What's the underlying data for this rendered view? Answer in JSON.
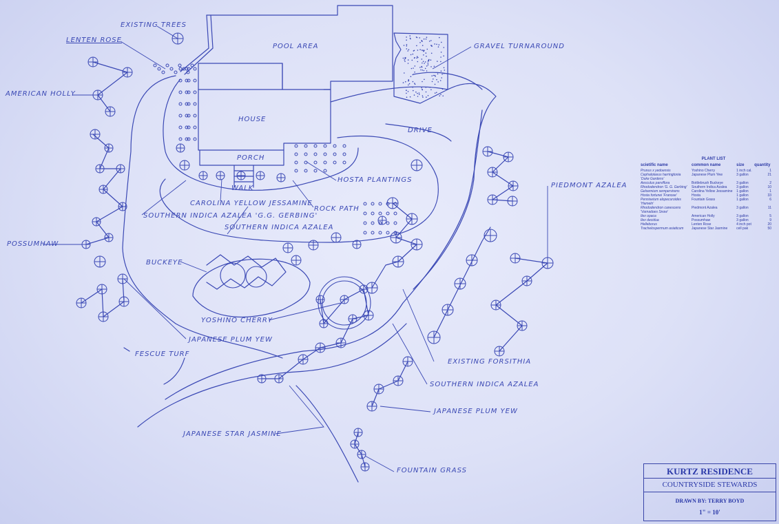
{
  "labels": {
    "existing_trees": "EXISTING TREES",
    "lenten_rose": "LENTEN ROSE",
    "american_holly": "AMERICAN HOLLY",
    "possumhaw": "POSSUMHAW",
    "pool_area": "POOL AREA",
    "gravel_turnaround": "GRAVEL TURNAROUND",
    "house": "HOUSE",
    "drive": "DRIVE",
    "porch": "PORCH",
    "walk": "WALK",
    "hosta_plantings": "HOSTA PLANTINGS",
    "carolina_yellow_jessamine": "CAROLINA YELLOW JESSAMINE",
    "rock_path": "ROCK PATH",
    "southern_indica_azalea_gerbing": "SOUTHERN INDICA AZALEA 'G.G. GERBING'",
    "southern_indica_azalea_1": "SOUTHERN INDICA AZALEA",
    "piedmont_azalea": "PIEDMONT AZALEA",
    "buckeye": "BUCKEYE",
    "yoshino_cherry": "YOSHINO CHERRY",
    "japanese_plum_yew_1": "JAPANESE PLUM YEW",
    "fescue_turf": "FESCUE TURF",
    "existing_forsithia": "EXISTING FORSITHIA",
    "southern_indica_azalea_2": "SOUTHERN INDICA AZALEA",
    "japanese_plum_yew_2": "JAPANESE PLUM YEW",
    "japanese_star_jasmine": "JAPANESE STAR JASMINE",
    "fountain_grass": "FOUNTAIN GRASS"
  },
  "plant_list": {
    "title": "PLANT LIST",
    "headers": [
      "scietific name",
      "common name",
      "size",
      "quantity"
    ],
    "rows": [
      {
        "sci": "Prunus x yedoensis",
        "common": "Yoshino Cherry",
        "size": "1 inch cal.",
        "qty": "1"
      },
      {
        "sci": "Cephalotaxus harringtonia 'Duke Gardens'",
        "common": "Japanese Plum Yew",
        "size": "3 gallon",
        "qty": "21"
      },
      {
        "sci": "Aesculus parviflora",
        "common": "Bottlebrush Buckeye",
        "size": "3 gallon",
        "qty": "2"
      },
      {
        "sci": "Rhododendron 'G. G. Gerbing'",
        "common": "Southern Indica Azalea",
        "size": "3 gallon",
        "qty": "10"
      },
      {
        "sci": "Gelsemium sempervirens",
        "common": "Carolina Yellow Jessamine",
        "size": "1 gallon",
        "qty": "1"
      },
      {
        "sci": "Hosta fortunei 'Francee'",
        "common": "Hosta",
        "size": "1 gallon",
        "qty": "33"
      },
      {
        "sci": "Pennisetum alopecuroides 'Hameln'",
        "common": "Fountain Grass",
        "size": "1 gallon",
        "qty": "6"
      },
      {
        "sci": "Rhododendron canescens 'Varnadoes Snow'",
        "common": "Piedmont Azalea",
        "size": "3 gallon",
        "qty": "11"
      },
      {
        "sci": "Ilex opaca",
        "common": "American Holly",
        "size": "3 gallon",
        "qty": "5"
      },
      {
        "sci": "Ilex decidua",
        "common": "Possumhaw",
        "size": "3 gallon",
        "qty": "9"
      },
      {
        "sci": "Helleborus",
        "common": "Lenten Rose",
        "size": "4 inch pot",
        "qty": "20"
      },
      {
        "sci": "Trachelospermum asiaticum",
        "common": "Japanese Star Jasmine",
        "size": "cell pak",
        "qty": "50"
      }
    ]
  },
  "title_block": {
    "residence": "KURTZ RESIDENCE",
    "company": "COUNTRYSIDE STEWARDS",
    "drawn_by": "DRAWN BY: TERRY BOYD",
    "scale": "1\" = 10'"
  },
  "colors": {
    "paper": "#dde1f7",
    "ink": "#3a48b4"
  }
}
